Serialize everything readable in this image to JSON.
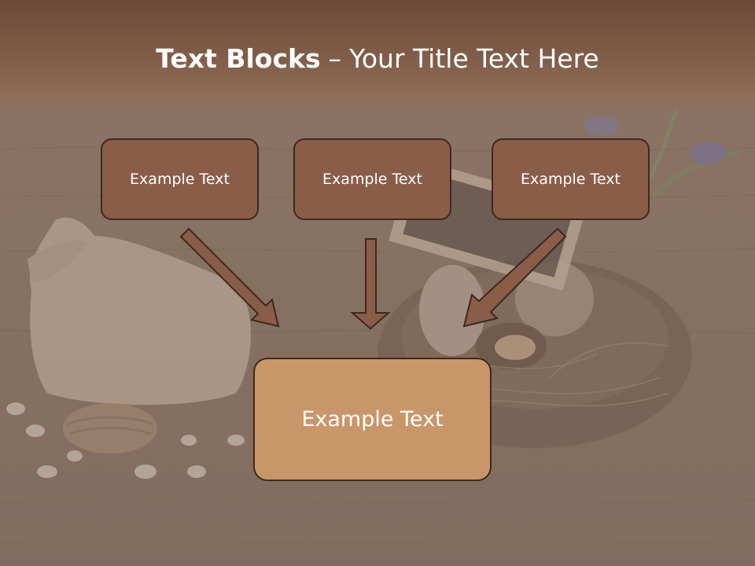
{
  "title": {
    "bold": "Text Blocks",
    "separator": "–",
    "rest": "Your Title Text Here"
  },
  "blocks": [
    {
      "label": "Example Text"
    },
    {
      "label": "Example Text"
    },
    {
      "label": "Example Text"
    }
  ],
  "main_block": {
    "label": "Example Text"
  },
  "colors": {
    "header": "#7a5641",
    "block_fill": "#8a5d48",
    "block_border": "#3b2a22",
    "main_block_fill": "#c99669",
    "arrow": "#8a5d48"
  }
}
